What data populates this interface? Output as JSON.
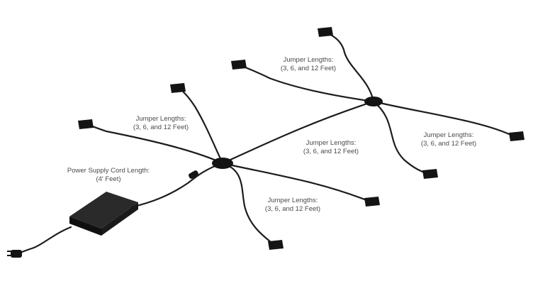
{
  "labels": {
    "jumper_top": {
      "line1": "Jumper Lengths:",
      "line2": "(3, 6, and 12 Feet)"
    },
    "jumper_left": {
      "line1": "Jumper Lengths:",
      "line2": "(3, 6, and 12 Feet)"
    },
    "jumper_middle": {
      "line1": "Jumper Lengths:",
      "line2": "(3, 6, and 12 Feet)"
    },
    "jumper_right": {
      "line1": "Jumper Lengths:",
      "line2": "(3, 6, and 12 Feet)"
    },
    "jumper_bottom": {
      "line1": "Jumper Lengths:",
      "line2": "(3, 6, and 12 Feet)"
    },
    "power_supply": {
      "line1": "Power Supply Cord Length:",
      "line2": "(4′ Feet)"
    }
  },
  "colors": {
    "background": "#ffffff",
    "cable": "#1c1c1c",
    "device": "#141414",
    "label_text": "#4a4a4a"
  }
}
